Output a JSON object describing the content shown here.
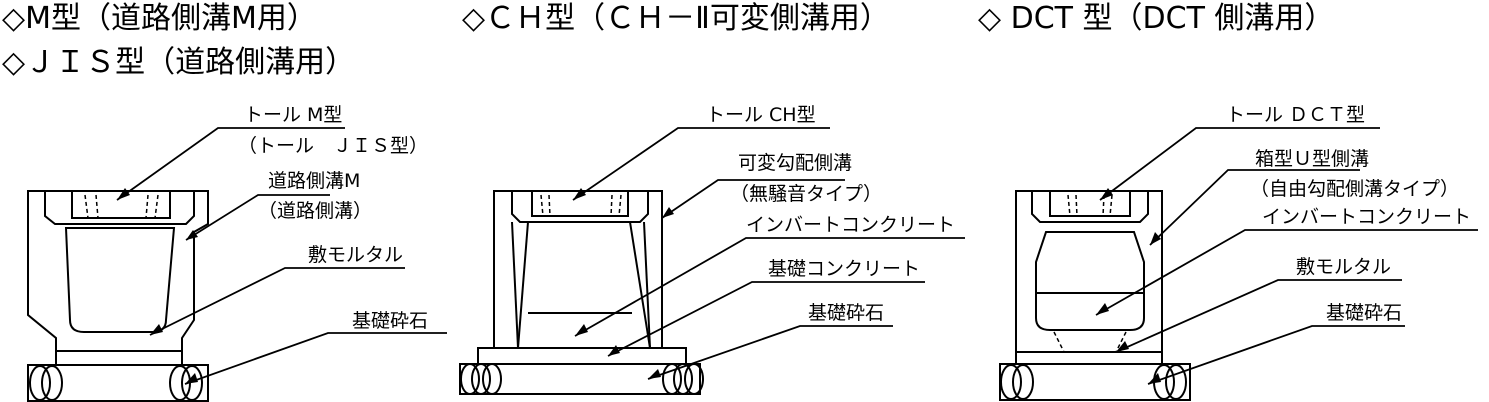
{
  "titles": {
    "m": "◇M型（道路側溝M用）",
    "jis": "◇ＪＩＳ型（道路側溝用）",
    "ch": "◇ＣＨ型（ＣＨ－Ⅱ可変側溝用）",
    "dct": "◇ DCT 型（DCT 側溝用）"
  },
  "m_labels": {
    "toll": "トール M型",
    "toll_jis": "（トール　ＪＩＳ型）",
    "ditch": "道路側溝M",
    "ditch_sub": "（道路側溝）",
    "mortar": "敷モルタル",
    "gravel": "基礎砕石"
  },
  "ch_labels": {
    "toll": "トール CH型",
    "variable": "可変勾配側溝",
    "variable_sub": "（無騒音タイプ）",
    "invert": "インバートコンクリート",
    "base_concrete": "基礎コンクリート",
    "gravel": "基礎砕石"
  },
  "dct_labels": {
    "toll": "トール ＤＣＴ型",
    "box": "箱型Ｕ型側溝",
    "box_sub": "（自由勾配側溝タイプ）",
    "invert": "インバートコンクリート",
    "mortar": "敷モルタル",
    "gravel": "基礎砕石"
  }
}
